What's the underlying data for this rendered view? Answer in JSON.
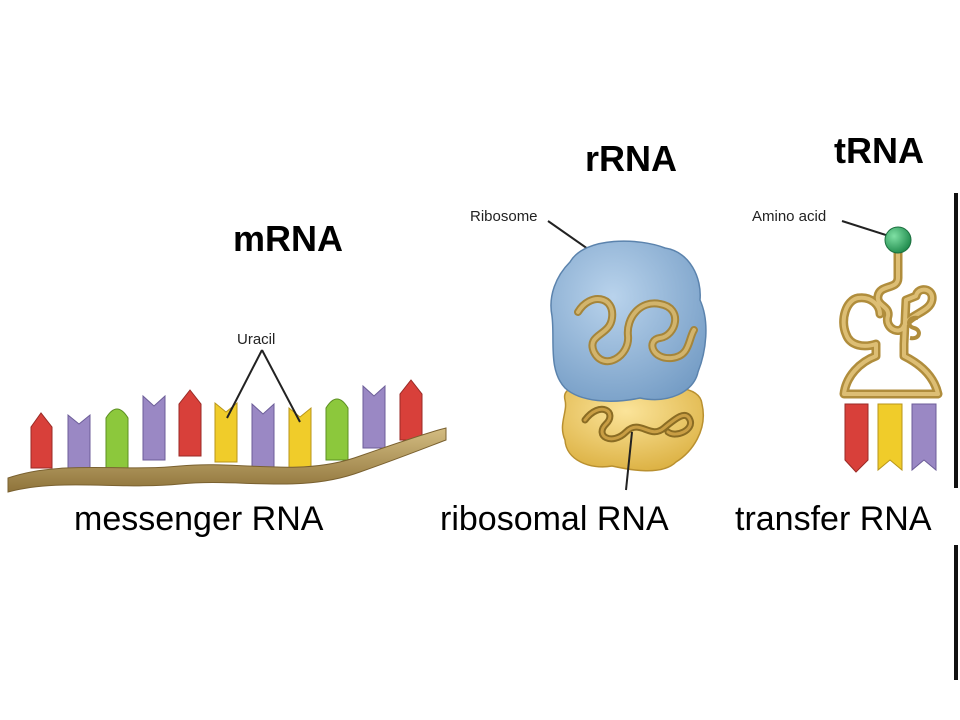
{
  "titles": {
    "mrna": "mRNA",
    "rrna": "rRNA",
    "trna": "tRNA"
  },
  "callouts": {
    "uracil": "Uracil",
    "ribosome": "Ribosome",
    "amino_acid": "Amino acid"
  },
  "captions": {
    "messenger": "messenger RNA",
    "ribosomal": "ribosomal RNA",
    "transfer": "transfer RNA"
  },
  "colors": {
    "red": "#d8403a",
    "purple": "#9a88c4",
    "green": "#8cc83c",
    "yellow": "#f0cc2a",
    "backbone": "#b89a56",
    "ribosome_blue": "#8fb5d8",
    "ribosome_yellow": "#f0cf66",
    "trna_strand": "#c9a656",
    "amino_acid_green": "#38a868"
  }
}
